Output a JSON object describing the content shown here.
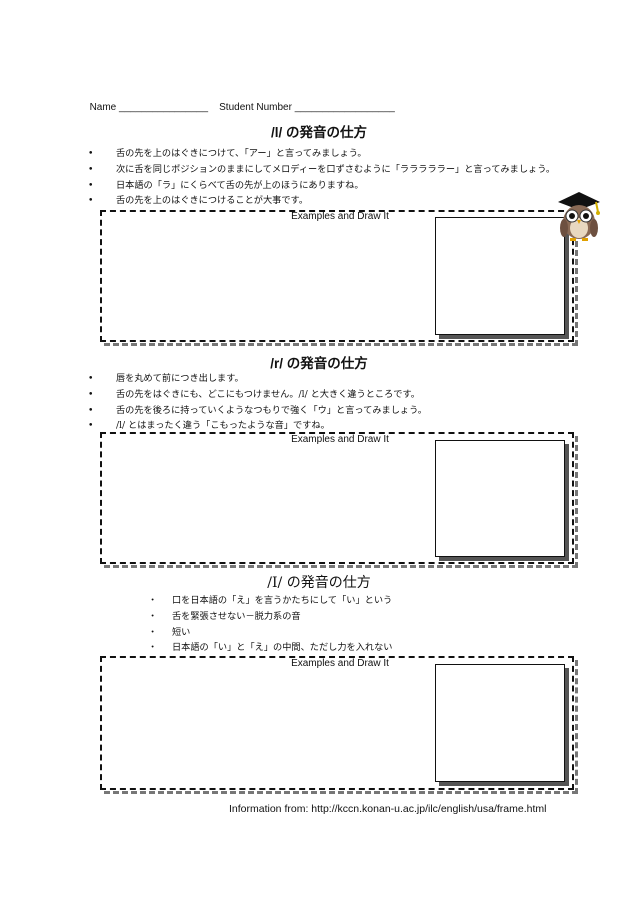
{
  "header": {
    "name_label": "Name ________________",
    "student_number_label": "Student Number __________________"
  },
  "sections": [
    {
      "title": "/l/ の発音の仕方",
      "bullet_symbol": "•",
      "bullets": [
        "舌の先を上のはぐきにつけて、「アー」と言ってみましょう。",
        "次に舌を同じポジションのままにしてメロディーを口ずさむように「ラララララー」と言ってみましょう。",
        "日本語の「ラ」にくらべて舌の先が上のほうにありますね。",
        "舌の先を上のはぐきにつけることが大事です。"
      ],
      "examples_label": "Examples and Draw It"
    },
    {
      "title": "/r/ の発音の仕方",
      "bullet_symbol": "•",
      "bullets": [
        "唇を丸めて前につき出します。",
        "舌の先をはぐきにも、どこにもつけません。/l/ と大きく違うところです。",
        "舌の先を後ろに持っていくようなつもりで強く「ウ」と言ってみましょう。",
        "/l/ とはまったく違う「こもったような音」ですね。"
      ],
      "examples_label": "Examples and Draw It"
    },
    {
      "title": "/I/ の発音の仕方",
      "bullet_symbol": "・",
      "bullets": [
        "口を日本語の「え」を言うかたちにして「い」という",
        "舌を緊張させない－脱力系の音",
        "短い",
        "日本語の「い」と「え」の中間、ただし力を入れない"
      ],
      "examples_label": "Examples and Draw It"
    }
  ],
  "footer": {
    "text": "Information from:  http://kccn.konan-u.ac.jp/ilc/english/usa/frame.html"
  },
  "mascot_icon": "owl-graduation-cap-icon"
}
